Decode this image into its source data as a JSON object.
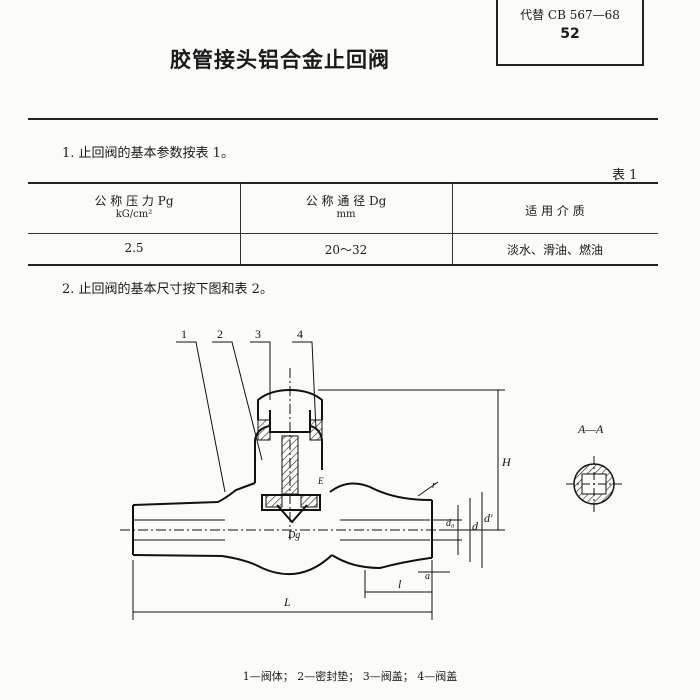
{
  "header": {
    "standard_code": "代替 CB 567—68",
    "page_number": "52",
    "title": "胶管接头铝合金止回阀"
  },
  "section1": {
    "text": "1. 止回阀的基本参数按表 1。",
    "table_label": "表 1"
  },
  "table1": {
    "headers": [
      {
        "line1": "公 称 压 力 Pg",
        "line2": "kG/cm²"
      },
      {
        "line1": "公 称 通 径 Dg",
        "line2": "mm"
      },
      {
        "line1": "适 用 介 质",
        "line2": ""
      }
    ],
    "row": [
      "2.5",
      "20～32",
      "淡水、滑油、燃油"
    ]
  },
  "section2": {
    "text": "2. 止回阀的基本尺寸按下图和表 2。"
  },
  "drawing": {
    "part_numbers": [
      "1",
      "2",
      "3",
      "4"
    ],
    "section_label": "A—A",
    "dim_labels": {
      "H": "H",
      "L": "L",
      "l": "l",
      "a": "a",
      "d0": "d₀",
      "d": "d",
      "d_prime": "d'",
      "r": "r",
      "dg": "Dg",
      "E": "E"
    }
  },
  "caption": "1—阀体； 2—密封垫； 3—阀盖； 4—阀盖"
}
